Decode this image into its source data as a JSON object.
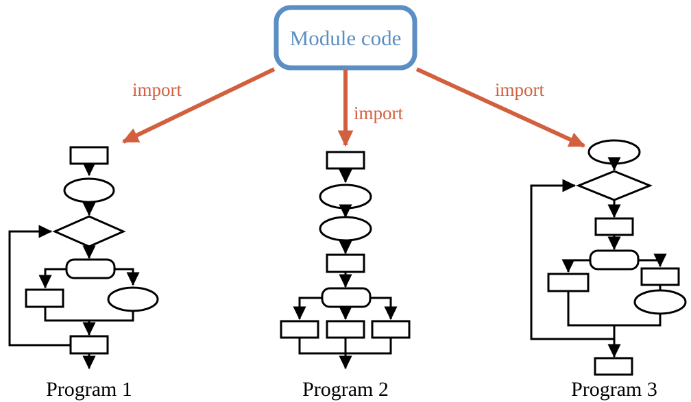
{
  "diagram": {
    "title_node": {
      "label": "Module code",
      "color": "#5b8fc4"
    },
    "edges": [
      {
        "label": "import",
        "color": "#d2603f",
        "from": "module-code",
        "to": "program-1"
      },
      {
        "label": "import",
        "color": "#d2603f",
        "from": "module-code",
        "to": "program-2"
      },
      {
        "label": "import",
        "color": "#d2603f",
        "from": "module-code",
        "to": "program-3"
      }
    ],
    "programs": [
      {
        "label": "Program 1",
        "nodes": [
          {
            "shape": "rect",
            "order": 1
          },
          {
            "shape": "ellipse",
            "order": 2
          },
          {
            "shape": "diamond",
            "order": 3
          },
          {
            "shape": "rounded-rect",
            "order": 4
          },
          {
            "shape": "rect",
            "order": 5
          },
          {
            "shape": "ellipse",
            "order": 6
          },
          {
            "shape": "rect",
            "order": 7
          }
        ],
        "has_loop_back": true
      },
      {
        "label": "Program 2",
        "nodes": [
          {
            "shape": "rect",
            "order": 1
          },
          {
            "shape": "ellipse",
            "order": 2
          },
          {
            "shape": "ellipse",
            "order": 3
          },
          {
            "shape": "rect",
            "order": 4
          },
          {
            "shape": "rounded-rect",
            "order": 5
          },
          {
            "shape": "rect",
            "order": 6
          },
          {
            "shape": "rect",
            "order": 7
          },
          {
            "shape": "rect",
            "order": 8
          }
        ],
        "has_loop_back": false
      },
      {
        "label": "Program 3",
        "nodes": [
          {
            "shape": "ellipse",
            "order": 1
          },
          {
            "shape": "diamond",
            "order": 2
          },
          {
            "shape": "rect",
            "order": 3
          },
          {
            "shape": "rounded-rect",
            "order": 4
          },
          {
            "shape": "rect",
            "order": 5
          },
          {
            "shape": "rect",
            "order": 6
          },
          {
            "shape": "ellipse",
            "order": 7
          },
          {
            "shape": "rect",
            "order": 8
          }
        ],
        "has_loop_back": true
      }
    ],
    "colors": {
      "module_stroke": "#5b8fc4",
      "arrow": "#d2603f",
      "flow_stroke": "#000000",
      "background": "#ffffff"
    }
  }
}
